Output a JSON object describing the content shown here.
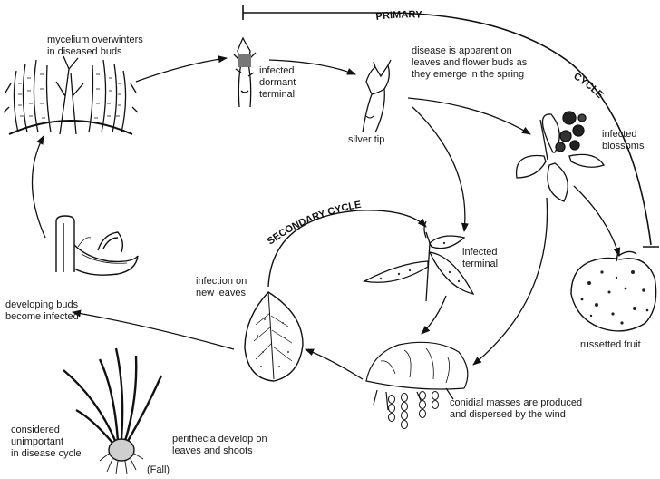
{
  "cycle_labels": {
    "primary": "PRIMARY",
    "cycle": "CYCLE",
    "secondary": "SECONDARY CYCLE"
  },
  "stages": {
    "mycelium": "mycelium overwinters\nin diseased buds",
    "dormant": "infected\ndormant\nterminal",
    "apparent": "disease is apparent on\nleaves and flower buds as\nthey emerge in the spring",
    "silver": "silver tip",
    "blossoms": "infected\nblossoms",
    "terminal": "infected\nterminal",
    "russet": "russetted fruit",
    "new_leaves": "infection on\nnew leaves",
    "buds": "developing buds\nbecome infected",
    "conidial": "conidial masses are produced\nand dispersed by the wind",
    "considered": "considered\nunimportant\nin disease cycle",
    "perithecia": "perithecia develop on\nleaves and shoots",
    "fall": "(Fall)"
  }
}
